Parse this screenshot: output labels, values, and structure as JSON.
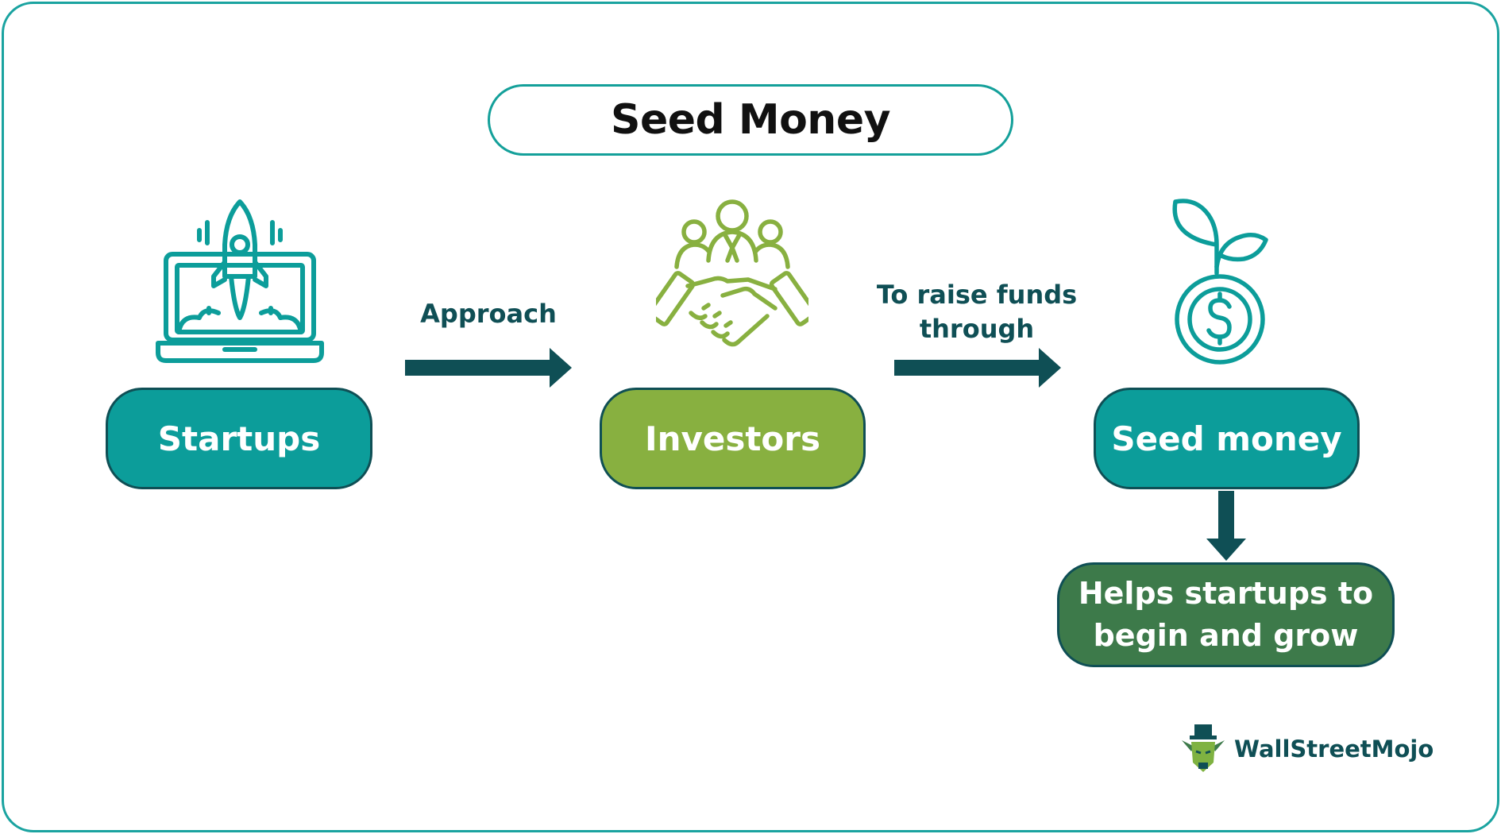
{
  "title": "Seed Money",
  "nodes": {
    "startups": "Startups",
    "investors": "Investors",
    "seed_money": "Seed money",
    "helps": "Helps startups to begin and grow"
  },
  "edges": {
    "approach": "Approach",
    "raise_funds": "To raise funds through"
  },
  "brand": {
    "name": "WallStreetMojo"
  },
  "icons": {
    "startups": "laptop-rocket-icon",
    "investors": "handshake-group-icon",
    "seed_money": "coin-sprout-icon",
    "logo": "wallstreetmojo-logo-icon"
  },
  "colors": {
    "teal": "#0c9d9a",
    "green": "#88b040",
    "dark_green": "#3d7a4a",
    "arrow": "#0f4f55",
    "border": "#1aa3a0"
  }
}
